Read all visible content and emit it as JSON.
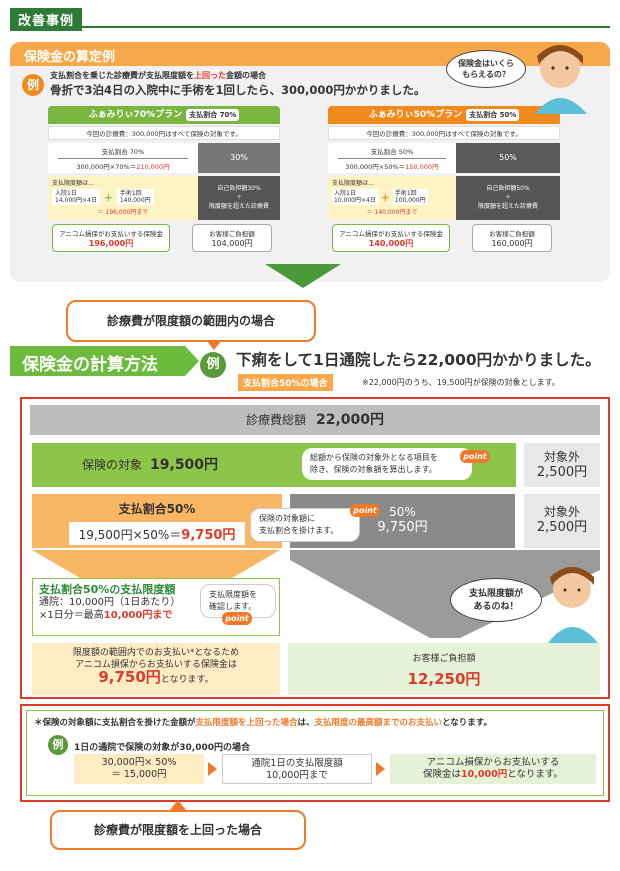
{
  "header": {
    "tag": "改善事例"
  },
  "section1": {
    "title": "保険金の算定例",
    "badge": "例",
    "condition_pre": "支払割合を乗じた診療費が支払限度額を",
    "condition_hl": "上回った",
    "condition_post": "金額の場合",
    "question": "骨折で3泊4日の入院中に手術を1回したら、300,000円かかりました。",
    "bubble": "保険金はいくら\nもらえるの？",
    "plan70": {
      "name": "ふぁみりぃ70%プラン",
      "ratio_tag": "支払割合 70%",
      "note": "今回の診療費：300,000円はすべて保険の対象です。",
      "ratio_label": "支払割合 70%",
      "calc": "300,000円×70%＝",
      "calc_result": "210,000円",
      "rest": "30%",
      "limit_head": "支払限度額は…",
      "limit_a": "入院1日\n14,000円×4日",
      "plus": "＋",
      "limit_b": "手術1回\n140,000円",
      "limit_total": "＝ 196,000円まで",
      "self_text": "自己負担額30%\n＋\n限度額を超えた診療費",
      "pay_label": "アニコム損保がお支払いする保険金",
      "pay_value": "196,000円",
      "burden_label": "お客様ご負担額",
      "burden_value": "104,000円"
    },
    "plan50": {
      "name": "ふぁみりぃ50%プラン",
      "ratio_tag": "支払割合 50%",
      "note": "今回の診療費：300,000円はすべて保険の対象です。",
      "ratio_label": "支払割合 50%",
      "calc": "300,000円×50%＝",
      "calc_result": "150,000円",
      "rest": "50%",
      "limit_head": "支払限度額は…",
      "limit_a": "入院1日\n10,000円×4日",
      "plus": "＋",
      "limit_b": "手術1回\n100,000円",
      "limit_total": "＝ 140,000円まで",
      "self_text": "自己負担額50%\n＋\n限度額を超えた診療費",
      "pay_label": "アニコム損保がお支払いする保険金",
      "pay_value": "140,000円",
      "burden_label": "お客様ご負担額",
      "burden_value": "160,000円"
    }
  },
  "callout_top": "診療費が限度額の範囲内の場合",
  "section2": {
    "title": "保険金の計算方法",
    "badge": "例",
    "question": "下痢をして1日通院したら22,000円かかりました。",
    "ratio_tag": "支払割合50%の場合",
    "ratio_note": "※22,000円のうち、19,500円が保険の対象とします。",
    "total_label": "診療費総額",
    "total_value": "22,000円",
    "target_label": "保険の対象",
    "target_value": "19,500円",
    "target_hint": "総額から保険の対象外となる項目を\n除き、保険の対象額を算出します。",
    "point": "point",
    "outside1_label": "対象外",
    "outside1_value": "2,500円",
    "r50_title": "支払割合50%",
    "r50_formula": "19,500円×50%＝",
    "r50_result": "9,750円",
    "r50_hint": "保険の対象額に\n支払割合を掛けます。",
    "g50_pct": "50%",
    "g50_value": "9,750円",
    "outside2_label": "対象外",
    "outside2_value": "2,500円",
    "bubble": "支払限度額が\nあるのね！",
    "limit_title": "支払割合50%の支払限度額",
    "limit_line1": "通院：10,000円（1日あたり）",
    "limit_line2_pre": "×1日分＝最高",
    "limit_line2_hl": "10,000円まで",
    "limit_hint": "支払限度額を\n確認します。",
    "final_text": "限度額の範囲内でのお支払い*となるため\nアニコム損保からお支払いする保険金は",
    "final_value": "9,750円",
    "final_post": "となります。",
    "burden_label": "お客様ご負担額",
    "burden_value": "12,250円"
  },
  "footer": {
    "note_pre": "＊保険の対象額に支払割合を掛けた金額が",
    "note_hl1": "支払限度額を上回った場合",
    "note_mid": "は、",
    "note_hl2": "支払限度の最高額までのお支払い",
    "note_post": "となります。",
    "badge": "例",
    "example": "1日の通院で保険の対象が30,000円の場合",
    "box1": "30,000円× 50%\n＝ 15,000円",
    "box2": "通院1日の支払限度額\n10,000円まで",
    "box3_pre": "アニコム損保からお支払いする\n保険金は",
    "box3_hl": "10,000円",
    "box3_post": "となります。"
  },
  "callout_bottom": "診療費が限度額を上回った場合"
}
